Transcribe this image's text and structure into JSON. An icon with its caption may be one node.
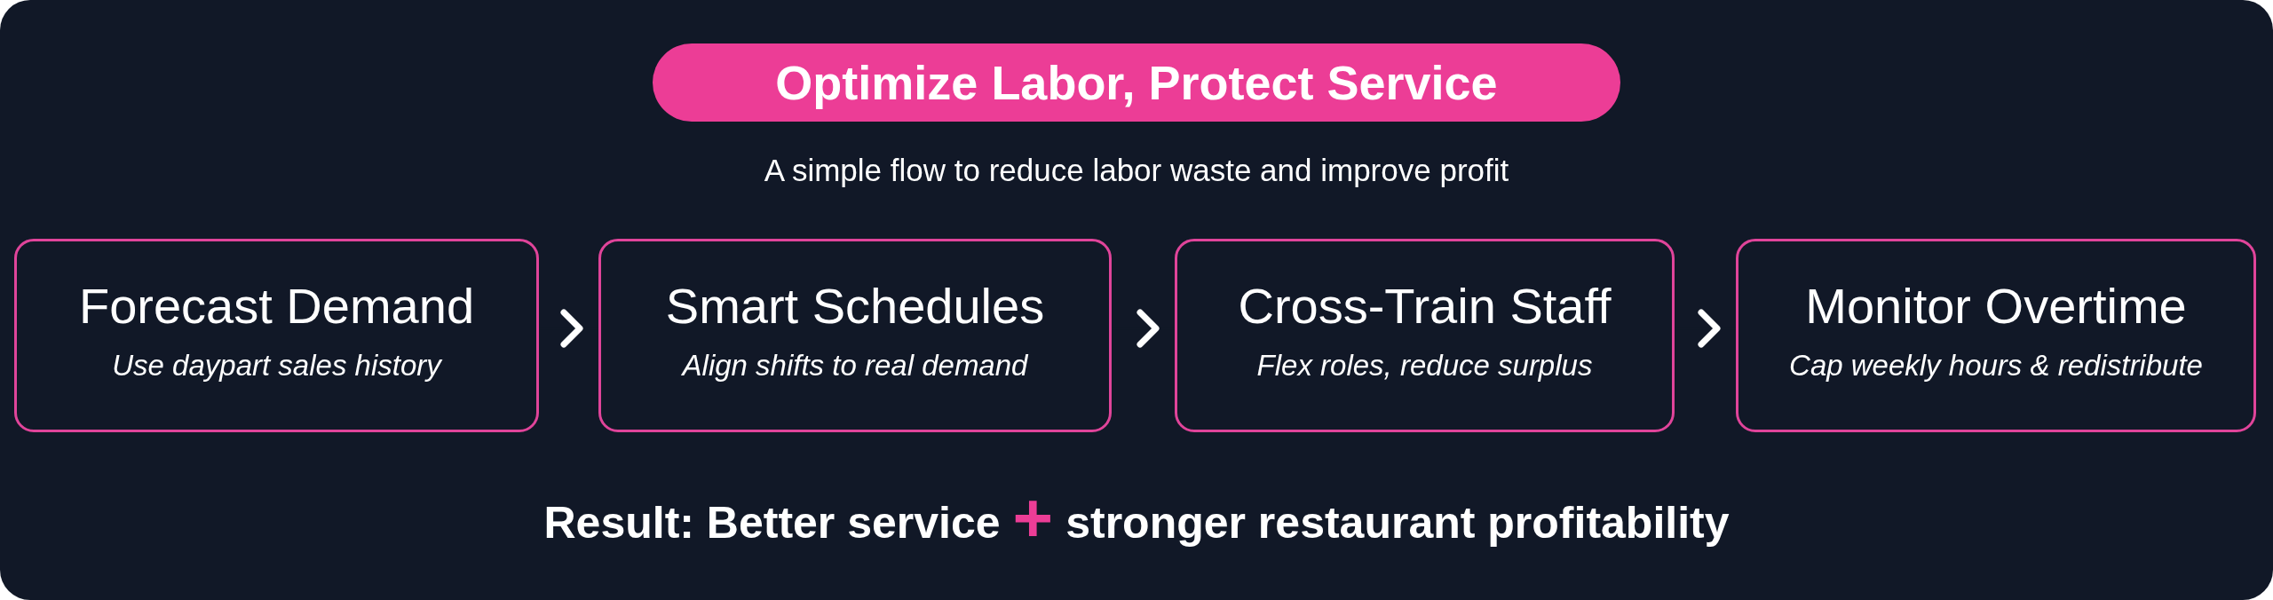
{
  "diagram": {
    "title": "Optimize Labor, Protect Service",
    "nodes": [
      {
        "text": [
          "Forecast Demand",
          "Use daypart sales history"
        ]
      },
      {
        "text": [
          "Smart Schedules",
          "Align shifts to real demand"
        ]
      },
      {
        "text": [
          "Cross-Train Staff",
          "Flex roles, reduce surplus"
        ]
      },
      {
        "text": [
          "Monitor Overtime",
          "Cap weekly hours & redistribute"
        ]
      }
    ],
    "edges": [
      {
        "from": 0,
        "to": 1,
        "arrow": "to"
      },
      {
        "from": 1,
        "to": 2,
        "arrow": "to"
      },
      {
        "from": 2,
        "to": 3,
        "arrow": "to"
      }
    ],
    "labels": [
      "A simple flow to reduce labor waste and improve profit",
      "Result: Better service",
      "+",
      "stronger restaurant profitability"
    ]
  }
}
